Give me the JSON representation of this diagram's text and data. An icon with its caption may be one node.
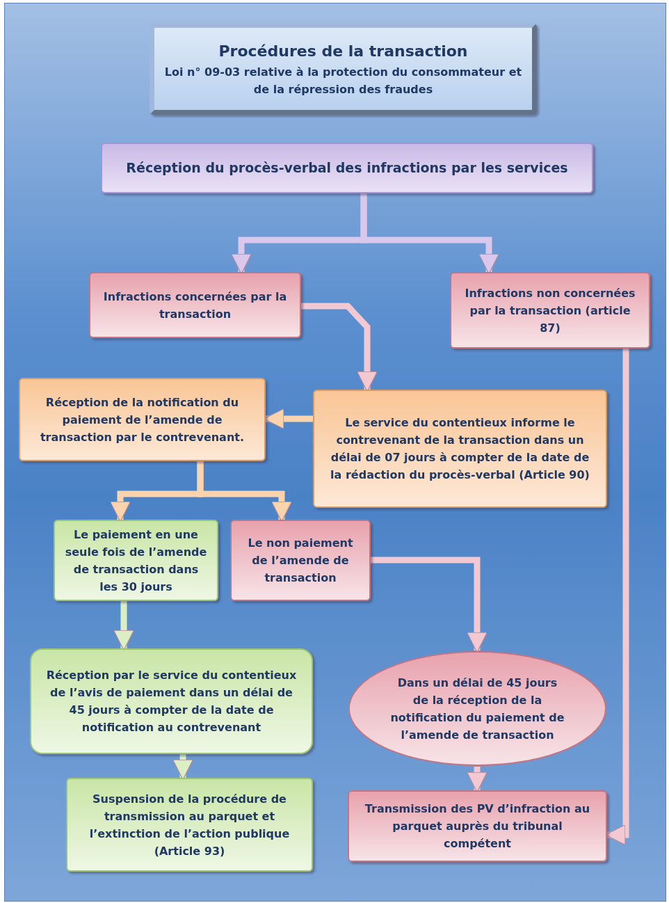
{
  "diagram": {
    "nodes": [
      {
        "text": [
          "Procédures de la transaction",
          "Loi n° 09-03 relative à la protection du consommateur et de la répression des fraudes"
        ]
      },
      {
        "text": [
          "Réception  du procès-verbal des infractions par les services"
        ]
      },
      {
        "text": [
          "Infractions concernées par la transaction"
        ]
      },
      {
        "text": [
          "Infractions non concernées par la transaction (article 87)"
        ]
      },
      {
        "text": [
          "Réception de la notification du paiement de l’amende de transaction par le contrevenant."
        ]
      },
      {
        "text": [
          "Le service du contentieux informe le contrevenant  de la transaction  dans un délai de 07 jours à compter de la date de la rédaction du procès-verbal (Article 90)"
        ]
      },
      {
        "text": [
          "Le paiement en une seule fois de l’amende de transaction dans les 30 jours"
        ]
      },
      {
        "text": [
          "Le non paiement de l’amende de transaction"
        ]
      },
      {
        "text": [
          "Réception par le service du contentieux de l’avis de paiement dans un délai de 45 jours à compter de la date de notification au contrevenant"
        ]
      },
      {
        "text": [
          "Dans un délai de 45 jours de la réception de la notification du paiement de l’amende de transaction"
        ]
      },
      {
        "text": [
          "Suspension de la procédure de transmission au parquet et l’extinction de l’action publique (Article 93)"
        ]
      },
      {
        "text": [
          "Transmission des PV d’infraction au parquet auprès du tribunal compétent"
        ]
      }
    ],
    "edges": [
      {
        "from": 1,
        "to": 2,
        "arrow": "to",
        "color": "#d9c8ec"
      },
      {
        "from": 1,
        "to": 3,
        "arrow": "to",
        "color": "#d9c8ec"
      },
      {
        "from": 2,
        "to": 5,
        "arrow": "to"
      },
      {
        "from": 5,
        "to": 4,
        "arrow": "to",
        "color": "#fbd3ad"
      },
      {
        "from": 4,
        "to": 6,
        "arrow": "to",
        "color": "#fbd3ad"
      },
      {
        "from": 4,
        "to": 7,
        "arrow": "to",
        "color": "#fbd3ad"
      },
      {
        "from": 6,
        "to": 8,
        "arrow": "to",
        "color": "#dcefc4"
      },
      {
        "from": 7,
        "to": 9,
        "arrow": "to"
      },
      {
        "from": 8,
        "to": 10,
        "arrow": "to",
        "color": "#dcefc4"
      },
      {
        "from": 9,
        "to": 11,
        "arrow": "to"
      },
      {
        "from": 3,
        "to": 11,
        "arrow": "to"
      }
    ]
  }
}
